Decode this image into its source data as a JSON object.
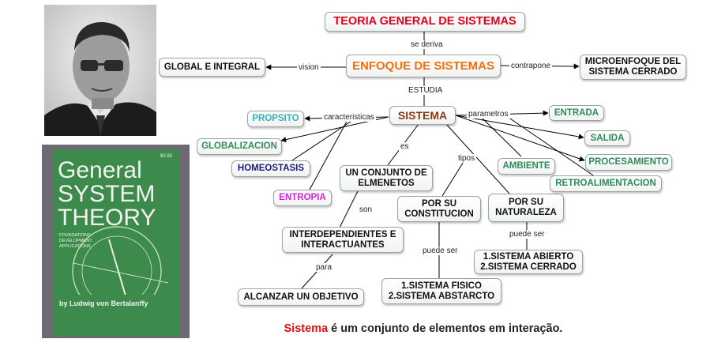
{
  "title": "TEORIA GENERAL DE SISTEMAS",
  "nodes": {
    "enfoque": "ENFOQUE DE SISTEMAS",
    "global": "GLOBAL E INTEGRAL",
    "microenfoque": "MICROENFOQUE DEL\nSISTEMA CERRADO",
    "sistema": "SISTEMA",
    "propsito": "PROPSITO",
    "globalizacion": "GLOBALIZACION",
    "homeostasis": "HOMEOSTASIS",
    "entropia": "ENTROPIA",
    "conjunto": "UN CONJUNTO DE\nELMENETOS",
    "interdependientes": "INTERDEPENDIENTES E\nINTERACTUANTES",
    "alcanzar": "ALCANZAR UN OBJETIVO",
    "constitucion": "POR SU\nCONSTITUCION",
    "naturaleza": "POR SU\nNATURALEZA",
    "fisico": "1.SISTEMA FISICO\n2.SISTEMA ABSTARCTO",
    "abierto": "1.SISTEMA ABIERTO\n2.SISTEMA CERRADO",
    "entrada": "ENTRADA",
    "salida": "SALIDA",
    "ambiente": "AMBIENTE",
    "procesamiento": "PROCESAMIENTO",
    "retroalimentacion": "RETROALIMENTACION"
  },
  "links": {
    "se_deriva": "se deriva",
    "vision": "vision",
    "contrapone": "contrapone",
    "estudia": "ESTUDIA",
    "caracteristicas": "caracteristicas",
    "parametros": "parametros",
    "es": "es",
    "tipos": "tipos",
    "son": "son",
    "para": "para",
    "puede_ser_1": "puede ser",
    "puede_ser_2": "puede ser"
  },
  "colors": {
    "title": "#e0001a",
    "enfoque": "#f07010",
    "sistema": "#8a3b12",
    "propsito": "#2fb3b8",
    "green": "#2e8b57",
    "homeostasis": "#1a1a80",
    "entropia": "#e020e0"
  },
  "caption": {
    "highlight": "Sistema",
    "rest": " é um conjunto de elementos em interação."
  },
  "images": {
    "portrait": "photo-portrait",
    "book": {
      "title_line1": "General",
      "title_line2": "SYSTEM",
      "title_line3": "THEORY",
      "subtitle": "FOUNDATIONS\nDEVELOPMENT\nAPPLICATIONS",
      "author": "by Ludwig von Bertalanffy",
      "price": "$3.95"
    }
  }
}
